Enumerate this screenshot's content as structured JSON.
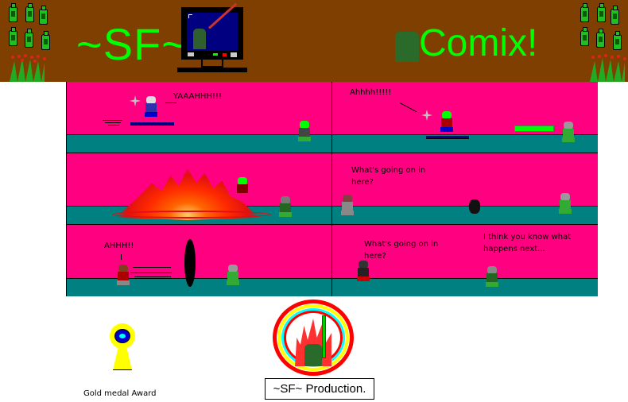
{
  "header": {
    "title_left": "~SF~",
    "title_right": "Comix!",
    "background_color": "#7f3f00",
    "title_color": "#00ff00",
    "decor": {
      "left": [
        "soda-bottles",
        "flowers"
      ],
      "center": "monitor-with-warrior-sprite",
      "right": [
        "warrior-sprite",
        "soda-bottles",
        "flowers"
      ]
    }
  },
  "comic": {
    "panel_color": "#ff0080",
    "floor_color": "#008080",
    "panels": [
      {
        "id": 1,
        "speech": "YAAAHHH!!!"
      },
      {
        "id": 2,
        "speech": "Ahhhh!!!!!"
      },
      {
        "id": 3,
        "speech": ""
      },
      {
        "id": 4,
        "speech": "What's going on in\nhere?"
      },
      {
        "id": 5,
        "speech": "AHHH!!"
      },
      {
        "id": 6,
        "speech": "What's going on in\nhere?",
        "speech2": "I think you know what\nhappens next..."
      }
    ]
  },
  "award": {
    "label": "Gold medal Award"
  },
  "production": {
    "label": "~SF~ Production."
  }
}
